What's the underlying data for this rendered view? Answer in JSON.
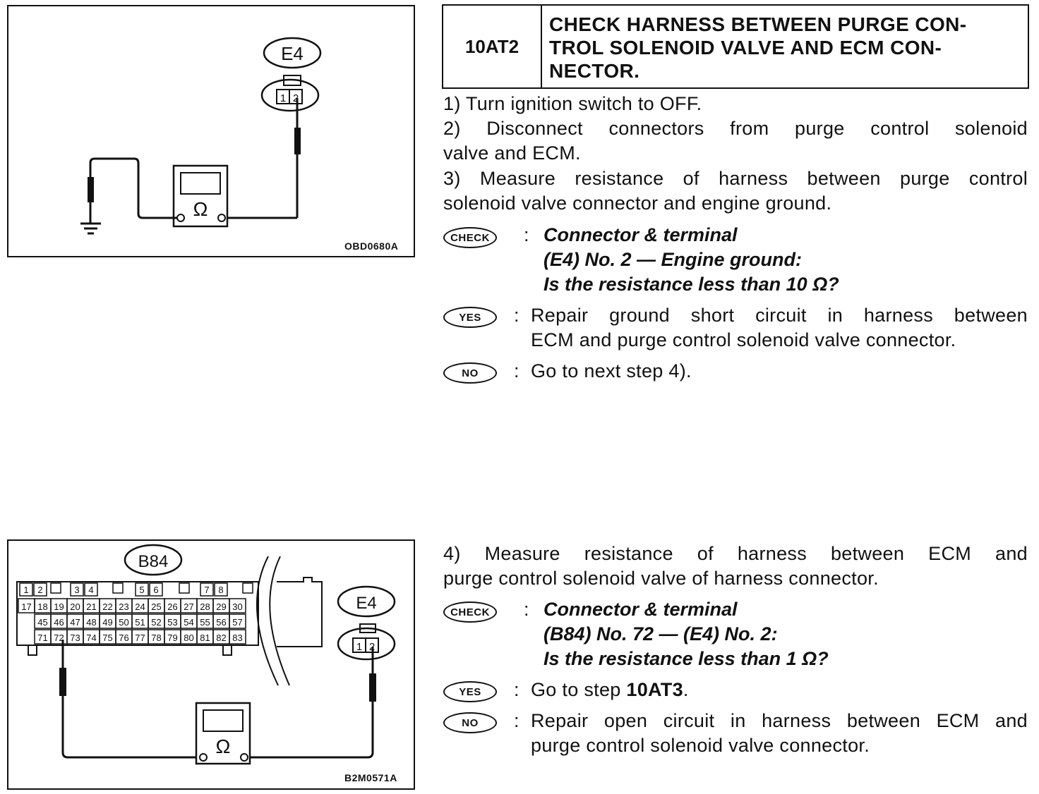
{
  "figure1": {
    "connector_label": "E4",
    "pins": [
      "1",
      "2"
    ],
    "meter_symbol": "Ω",
    "code": "OBD0680A"
  },
  "figure2": {
    "ecm_label": "B84",
    "sensor_label": "E4",
    "sensor_pins": [
      "1",
      "2"
    ],
    "row1_pins": [
      "1",
      "2",
      "3",
      "4",
      "5",
      "6",
      "7",
      "8"
    ],
    "row2_pins": [
      "17",
      "18",
      "19",
      "20",
      "21",
      "22",
      "23",
      "24",
      "25",
      "26",
      "27",
      "28",
      "29",
      "30"
    ],
    "row3_pins": [
      "45",
      "46",
      "47",
      "48",
      "49",
      "50",
      "51",
      "52",
      "53",
      "54",
      "55",
      "56",
      "57"
    ],
    "row4_pins": [
      "71",
      "72",
      "73",
      "74",
      "75",
      "76",
      "77",
      "78",
      "79",
      "80",
      "81",
      "82",
      "83"
    ],
    "meter_symbol": "Ω",
    "code": "B2M0571A"
  },
  "step": {
    "id": "10AT2",
    "title_lines": [
      "CHECK HARNESS BETWEEN PURGE CON-",
      "TROL SOLENOID VALVE AND ECM CON-",
      "NECTOR."
    ]
  },
  "instructions": {
    "s1": "1) Turn ignition switch to OFF.",
    "s2a": "2) Disconnect connectors from purge control solenoid",
    "s2b": "valve and ECM.",
    "s3a": "3) Measure resistance of harness between purge control",
    "s3b": "solenoid valve connector and engine ground.",
    "s4a": "4) Measure resistance of harness between ECM and",
    "s4b": "purge control solenoid valve of harness connector."
  },
  "badges": {
    "check": "CHECK",
    "yes": "YES",
    "no": "NO"
  },
  "check1": {
    "line1": "Connector & terminal",
    "line2": "(E4) No. 2 — Engine ground:",
    "line3": "Is the resistance less than 10 Ω?"
  },
  "yes1": {
    "line1": "Repair ground short circuit in harness between",
    "line2": "ECM and purge control solenoid valve connector."
  },
  "no1": {
    "line1": "Go to next step 4)."
  },
  "check2": {
    "line1": "Connector & terminal",
    "line2": "(B84) No. 72 — (E4) No. 2:",
    "line3": "Is the resistance less than 1 Ω?"
  },
  "yes2": {
    "prefix": "Go to step ",
    "ref": "10AT3",
    "suffix": "."
  },
  "no2": {
    "line1": "Repair open circuit in harness between ECM and",
    "line2": "purge control solenoid valve connector."
  }
}
